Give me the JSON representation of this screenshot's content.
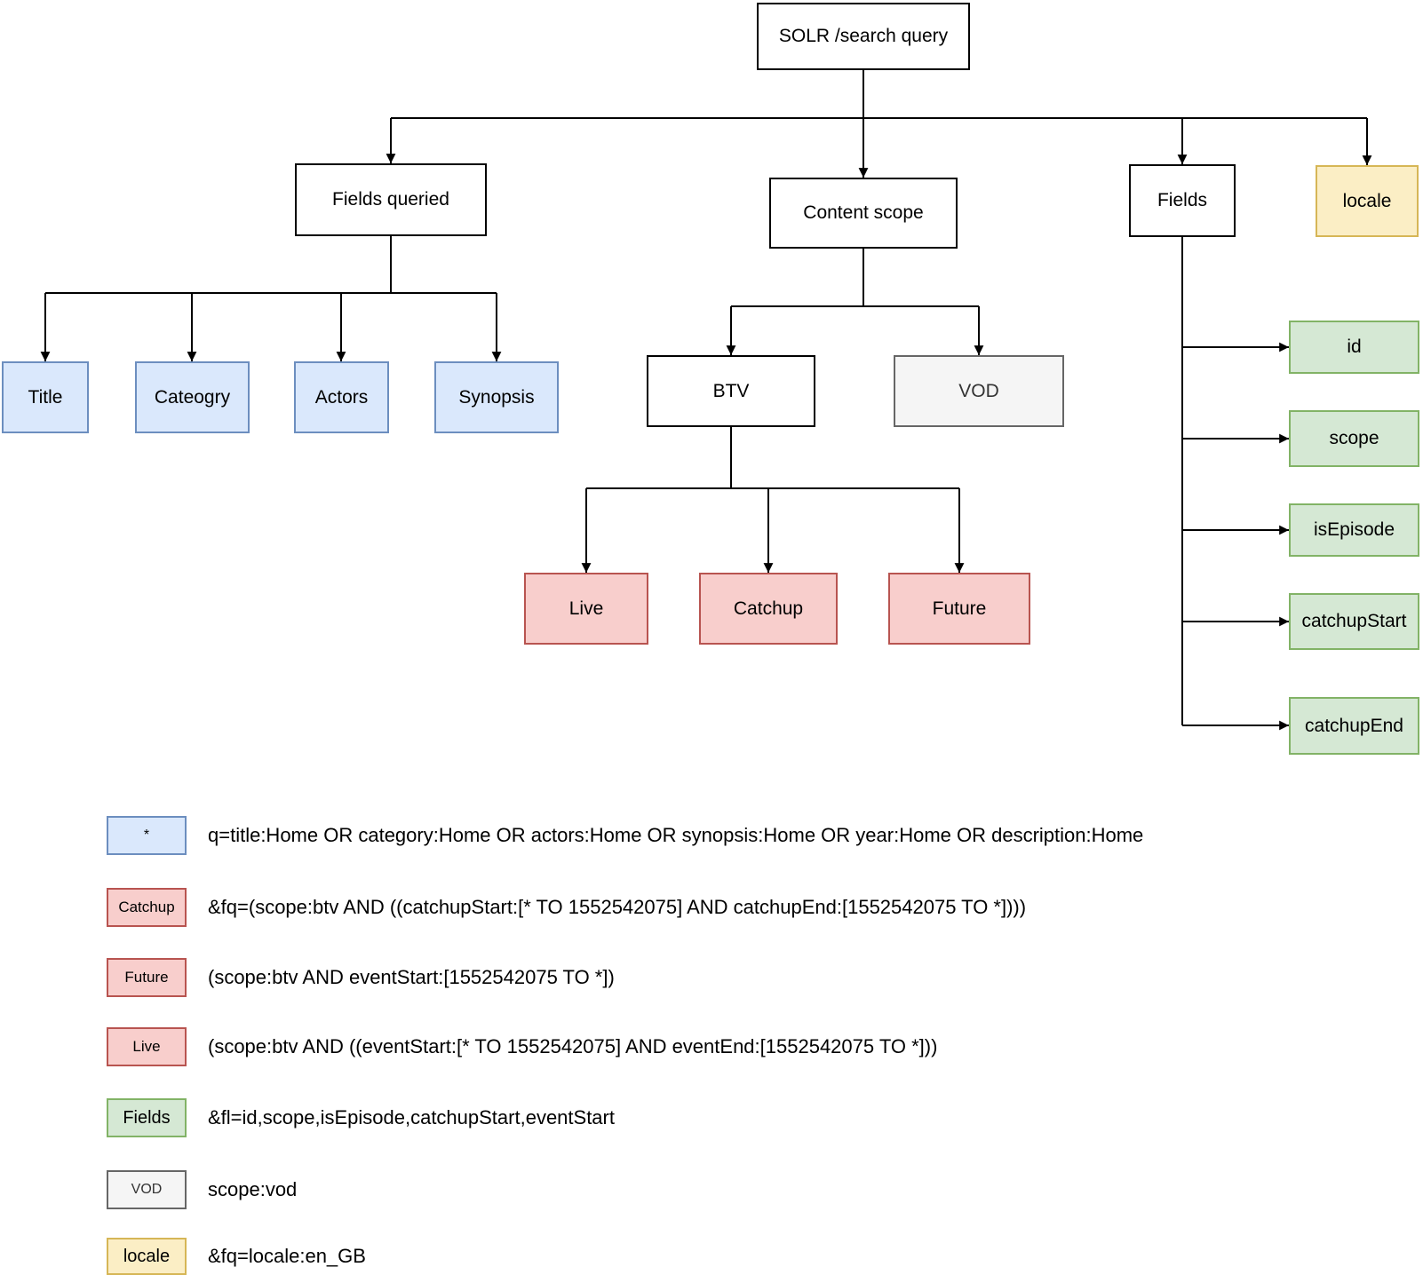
{
  "diagram_title": "SOLR /search query",
  "colors": {
    "blue_fill": "#dae8fc",
    "blue_stroke": "#6c8ebf",
    "pink_fill": "#f8cecc",
    "pink_stroke": "#b85450",
    "green_fill": "#d5e8d4",
    "green_stroke": "#82b366",
    "gray_fill": "#f5f5f5",
    "gray_stroke": "#666666",
    "yellow_fill": "#fbeec5",
    "yellow_stroke": "#d6b656",
    "line": "#000000"
  },
  "nodes": {
    "root": "SOLR /search query",
    "fields_queried": "Fields queried",
    "content_scope": "Content scope",
    "fields": "Fields",
    "locale": "locale",
    "title_field": "Title",
    "category_field": "Cateogry",
    "actors_field": "Actors",
    "synopsis_field": "Synopsis",
    "btv": "BTV",
    "vod": "VOD",
    "live": "Live",
    "catchup": "Catchup",
    "future": "Future",
    "field_id": "id",
    "field_scope": "scope",
    "field_is_episode": "isEpisode",
    "field_catchup_start": "catchupStart",
    "field_catchup_end": "catchupEnd"
  },
  "legend": {
    "rows": [
      {
        "key": "*",
        "style": "blue",
        "text": "q=title:Home OR category:Home OR actors:Home OR synopsis:Home OR year:Home OR description:Home"
      },
      {
        "key": "Catchup",
        "style": "pink",
        "text": "&fq=(scope:btv AND ((catchupStart:[* TO 1552542075] AND catchupEnd:[1552542075 TO *])))"
      },
      {
        "key": "Future",
        "style": "pink",
        "text": "(scope:btv AND eventStart:[1552542075 TO *])"
      },
      {
        "key": "Live",
        "style": "pink",
        "text": "(scope:btv AND ((eventStart:[* TO 1552542075] AND eventEnd:[1552542075 TO *]))"
      },
      {
        "key": "Fields",
        "style": "green",
        "text": "&fl=id,scope,isEpisode,catchupStart,eventStart"
      },
      {
        "key": "VOD",
        "style": "gray",
        "text": "scope:vod"
      },
      {
        "key": "locale",
        "style": "yellow",
        "text": "&fq=locale:en_GB"
      }
    ]
  }
}
